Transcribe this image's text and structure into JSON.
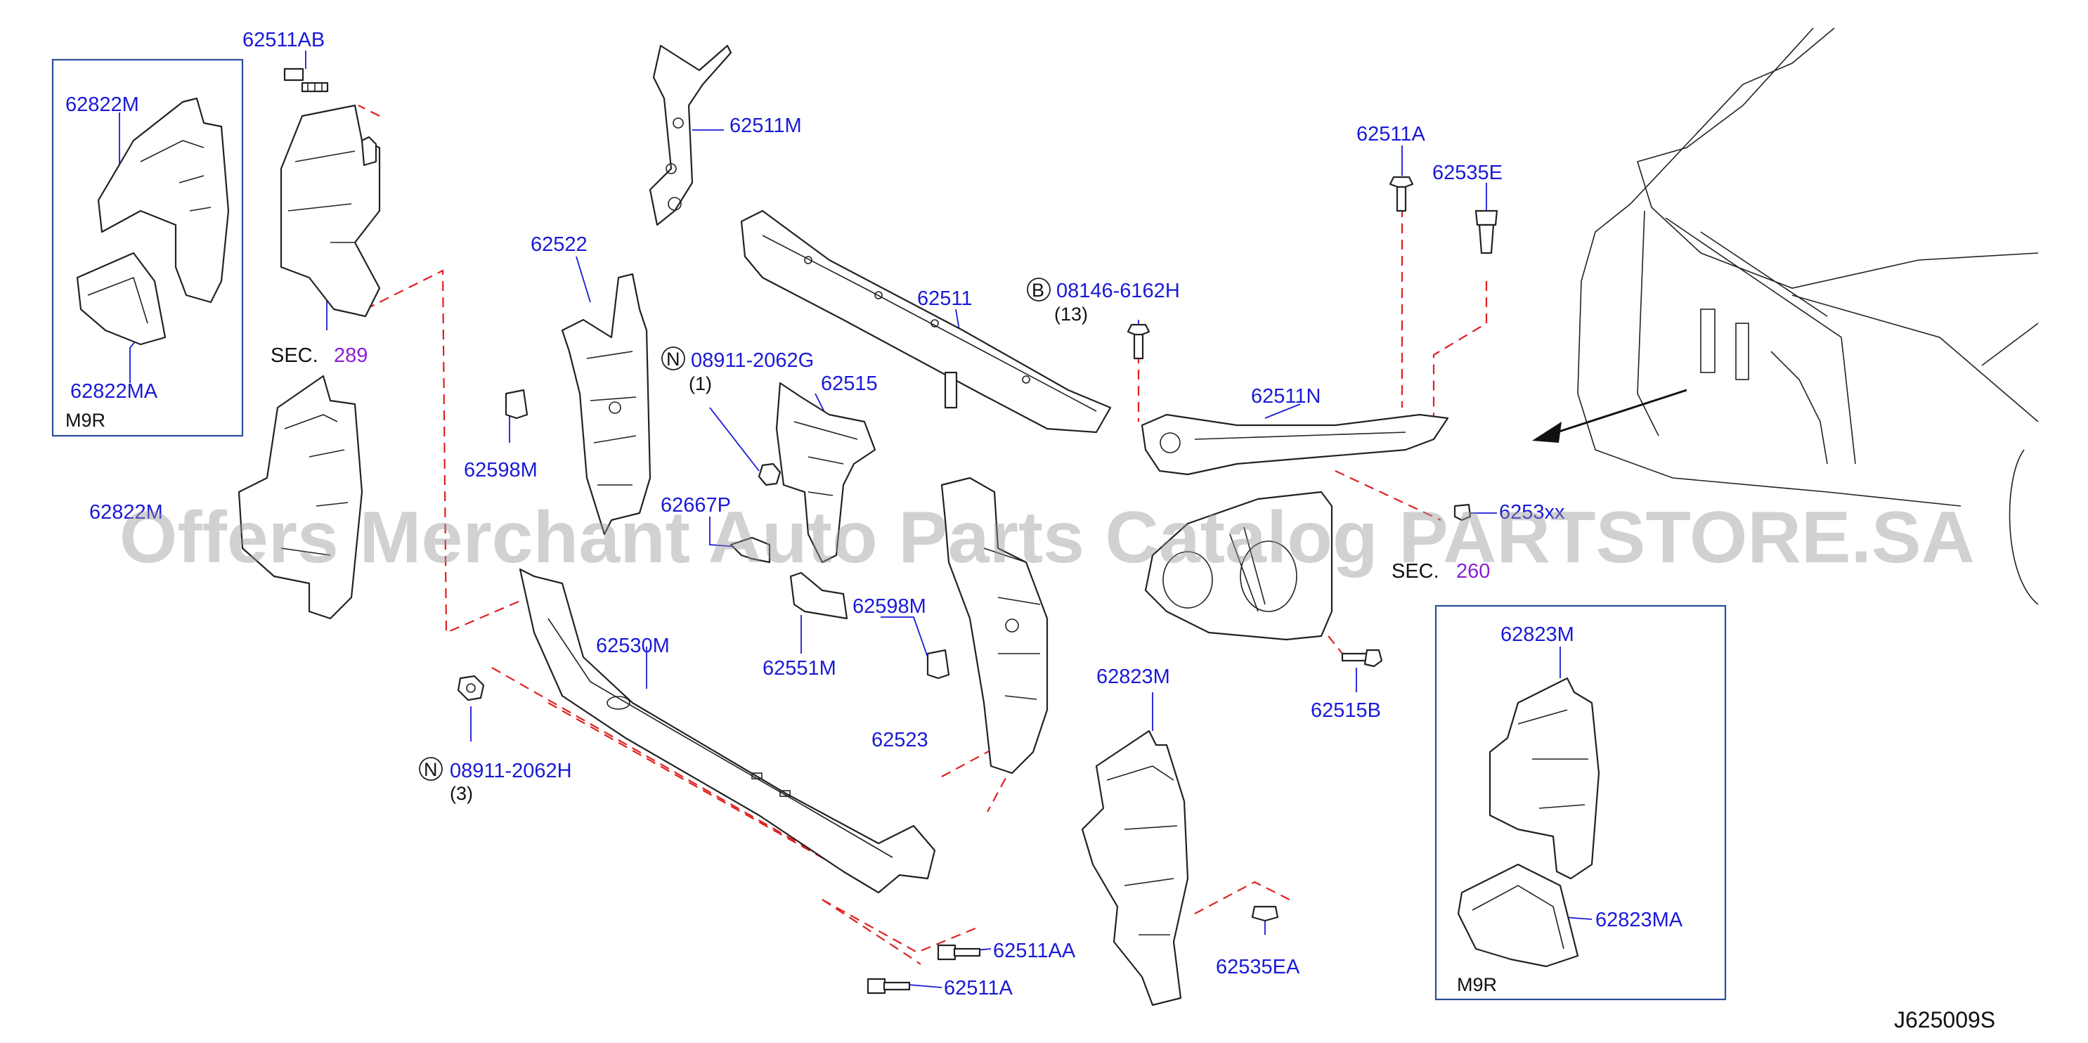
{
  "parts": {
    "p62511AB": "62511AB",
    "p62822M_box": "62822M",
    "p62822MA": "62822MA",
    "box_left_model": "M9R",
    "sec289_prefix": "SEC.",
    "sec289_num": "289",
    "p62822M_lower": "62822M",
    "p62511M": "62511M",
    "p62522": "62522",
    "p62511": "62511",
    "p62598M_left": "62598M",
    "n_08911_2062G_marker": "N",
    "n_08911_2062G": "08911-2062G",
    "n_08911_2062G_qty": "(1)",
    "p62515": "62515",
    "p62667P": "62667P",
    "p62598M_mid": "62598M",
    "p62551M": "62551M",
    "p62530M": "62530M",
    "n_08911_2062H_marker": "N",
    "n_08911_2062H": "08911-2062H",
    "n_08911_2062H_qty": "(3)",
    "p62523": "62523",
    "p62511AA": "62511AA",
    "p62511A_bottom": "62511A",
    "b_08146_6162H_marker": "B",
    "b_08146_6162H": "08146-6162H",
    "b_08146_6162H_qty": "(13)",
    "p62511A_top": "62511A",
    "p62535E": "62535E",
    "p62511N": "62511N",
    "p6253xx": "6253xx",
    "sec260_prefix": "SEC.",
    "sec260_num": "260",
    "p62515B": "62515B",
    "p62823M_mid": "62823M",
    "p62535EA": "62535EA",
    "p62823M_box": "62823M",
    "p62823MA": "62823MA",
    "box_right_model": "M9R"
  },
  "diagram_code": "J625009S",
  "watermark": "Offers Merchant Auto Parts Catalog PARTSTORE.SA",
  "colors": {
    "label": "#1a1ad6",
    "section_number": "#8a1fd6",
    "dash_line": "#e02020",
    "box_border": "#2a4f9a",
    "watermark": "#9a9a9a"
  }
}
